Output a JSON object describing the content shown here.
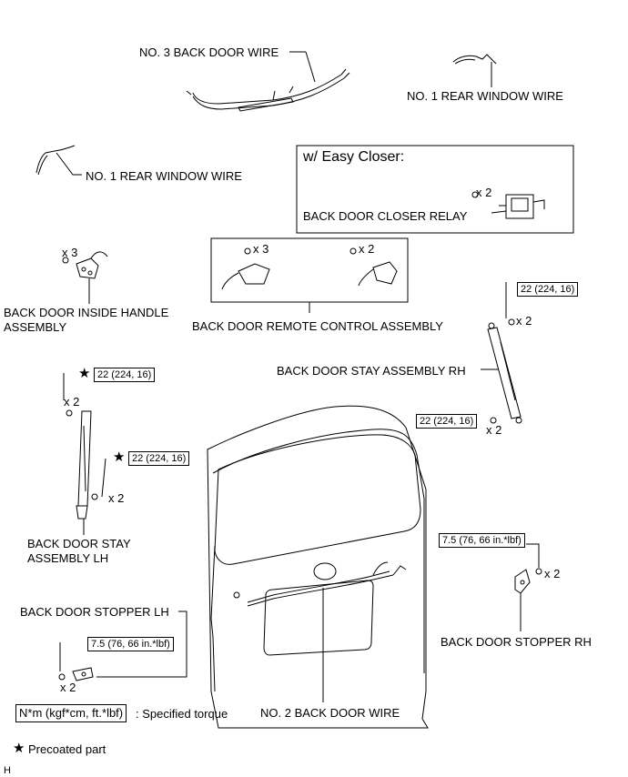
{
  "labels": {
    "no3_back_door_wire": "NO. 3 BACK DOOR WIRE",
    "no1_rear_window_wire_a": "NO. 1 REAR WINDOW WIRE",
    "no1_rear_window_wire_b": "NO. 1 REAR WINDOW WIRE",
    "easy_closer_title": "w/ Easy Closer:",
    "back_door_closer_relay": "BACK DOOR CLOSER RELAY",
    "inside_handle_l1": "BACK DOOR INSIDE HANDLE",
    "inside_handle_l2": "ASSEMBLY",
    "remote_control": "BACK DOOR REMOTE CONTROL ASSEMBLY",
    "stay_rh": "BACK DOOR STAY ASSEMBLY RH",
    "stay_lh_l1": "BACK DOOR STAY",
    "stay_lh_l2": "ASSEMBLY LH",
    "stopper_lh": "BACK DOOR STOPPER LH",
    "stopper_rh": "BACK DOOR STOPPER RH",
    "no2_back_door_wire": "NO. 2 BACK DOOR WIRE",
    "specified_torque": ": Specified torque",
    "precoated_part": "Precoated part",
    "corner_code": "H"
  },
  "quantities": {
    "x2": "x 2",
    "x3": "x 3"
  },
  "torques": {
    "stay": "22 (224, 16)",
    "stopper": "7.5 (76, 66 in.*lbf)"
  },
  "legend": {
    "unit_box": "N*m (kgf*cm, ft.*lbf)",
    "star_symbol": "★"
  }
}
